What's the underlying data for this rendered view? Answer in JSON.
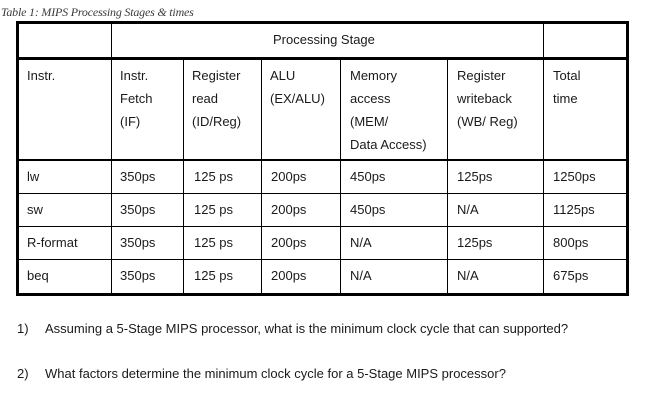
{
  "caption": "Table 1: MIPS Processing Stages & times",
  "table": {
    "group_header": "Processing Stage",
    "columns": [
      {
        "lines": [
          "Instr."
        ]
      },
      {
        "lines": [
          "Instr.",
          "Fetch",
          "(IF)"
        ]
      },
      {
        "lines": [
          "Register",
          "read",
          "(ID/Reg)"
        ]
      },
      {
        "lines": [
          "ALU",
          "(EX/ALU)"
        ]
      },
      {
        "lines": [
          "Memory",
          "access",
          "(MEM/",
          "Data Access)"
        ]
      },
      {
        "lines": [
          "Register",
          "writeback",
          "(WB/ Reg)"
        ]
      },
      {
        "lines": [
          "Total",
          "time"
        ]
      }
    ],
    "rows": [
      [
        "lw",
        "350ps",
        "125 ps",
        "200ps",
        "450ps",
        "125ps",
        "1250ps"
      ],
      [
        "sw",
        "350ps",
        "125 ps",
        "200ps",
        "450ps",
        "N/A",
        "1125ps"
      ],
      [
        "R-format",
        "350ps",
        "125 ps",
        "200ps",
        "N/A",
        "125ps",
        "800ps"
      ],
      [
        "beq",
        "350ps",
        "125 ps",
        "200ps",
        "N/A",
        "N/A",
        "675ps"
      ]
    ]
  },
  "questions": [
    {
      "number": "1)",
      "text": "Assuming a 5-Stage MIPS processor, what is the minimum clock cycle that can supported?"
    },
    {
      "number": "2)",
      "text": "What factors determine the minimum clock cycle for a 5-Stage MIPS processor?"
    }
  ]
}
